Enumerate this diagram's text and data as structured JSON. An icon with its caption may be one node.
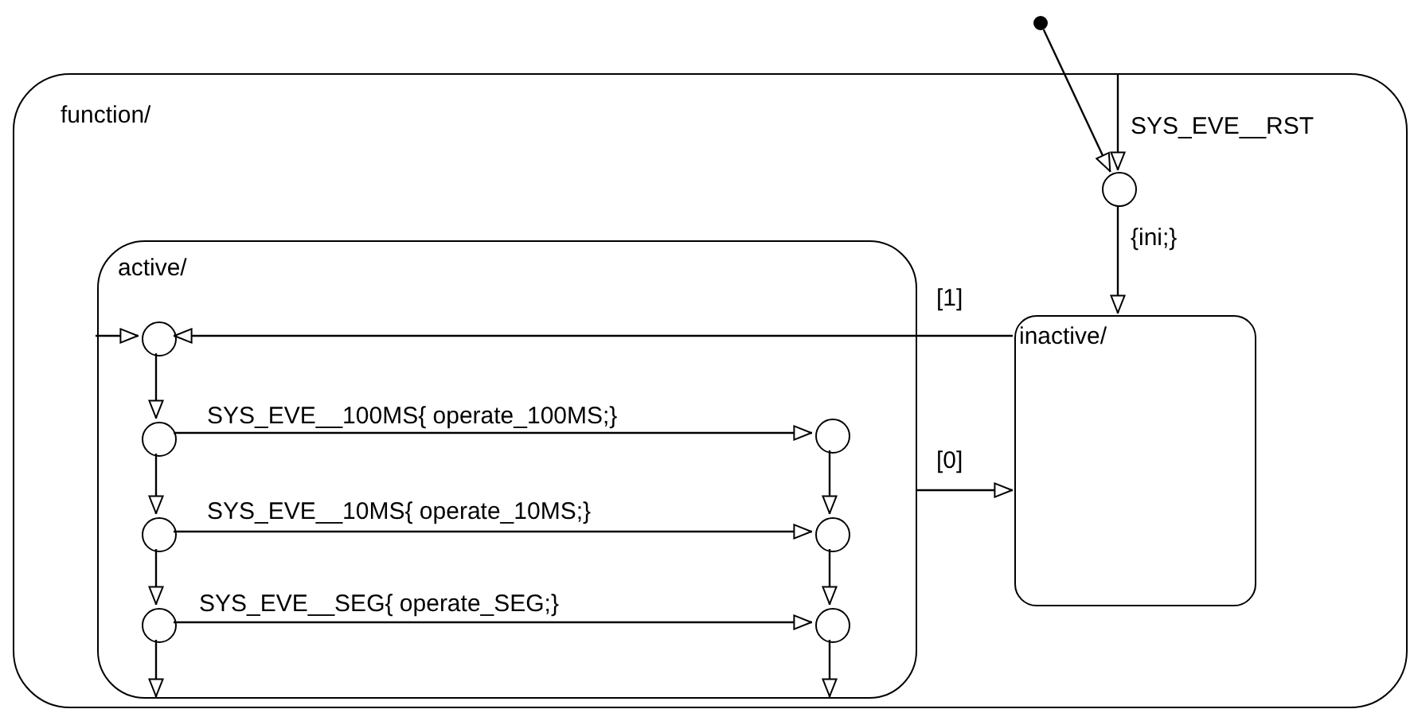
{
  "diagram": {
    "nodes": [
      {
        "text": [
          "function/"
        ]
      },
      {
        "text": [],
        "shape": "dot"
      },
      {
        "text": [],
        "shape": "circle",
        "in": 0
      },
      {
        "text": [
          "inactive/"
        ],
        "in": 0
      },
      {
        "text": [
          "active/"
        ],
        "in": 0
      },
      {
        "text": [],
        "shape": "circle",
        "in": 4
      },
      {
        "text": [],
        "shape": "circle",
        "in": 4
      },
      {
        "text": [],
        "shape": "circle",
        "in": 4
      },
      {
        "text": [],
        "shape": "circle",
        "in": 4
      },
      {
        "text": [],
        "shape": "circle",
        "in": 4
      },
      {
        "text": [],
        "shape": "circle",
        "in": 4
      },
      {
        "text": [],
        "shape": "circle",
        "in": 4
      }
    ],
    "edges": [
      {
        "from": 1,
        "to": 2,
        "arrow": "to"
      },
      {
        "from": 0,
        "to": 2,
        "label": "SYS_EVE__RST",
        "arrow": "to"
      },
      {
        "from": 2,
        "to": 3,
        "label": "{ini;}",
        "arrow": "to"
      },
      {
        "from": 3,
        "to": 5,
        "label": "[1]",
        "arrow": "to"
      },
      {
        "from": 4,
        "to": 5,
        "arrow": "to"
      },
      {
        "from": 4,
        "to": 3,
        "label": "[0]",
        "arrow": "to"
      },
      {
        "from": 5,
        "to": 6,
        "arrow": "to"
      },
      {
        "from": 6,
        "to": 7,
        "label": "SYS_EVE__100MS{ operate_100MS;}",
        "arrow": "to"
      },
      {
        "from": 6,
        "to": 8,
        "arrow": "to"
      },
      {
        "from": 8,
        "to": 9,
        "label": "SYS_EVE__10MS{ operate_10MS;}",
        "arrow": "to"
      },
      {
        "from": 8,
        "to": 10,
        "arrow": "to"
      },
      {
        "from": 10,
        "to": 11,
        "label": "SYS_EVE__SEG{ operate_SEG;}",
        "arrow": "to"
      },
      {
        "from": 10,
        "to": 4,
        "arrow": "to"
      },
      {
        "from": 7,
        "to": 9,
        "arrow": "to"
      },
      {
        "from": 9,
        "to": 11,
        "arrow": "to"
      },
      {
        "from": 11,
        "to": 4,
        "arrow": "to"
      }
    ]
  }
}
